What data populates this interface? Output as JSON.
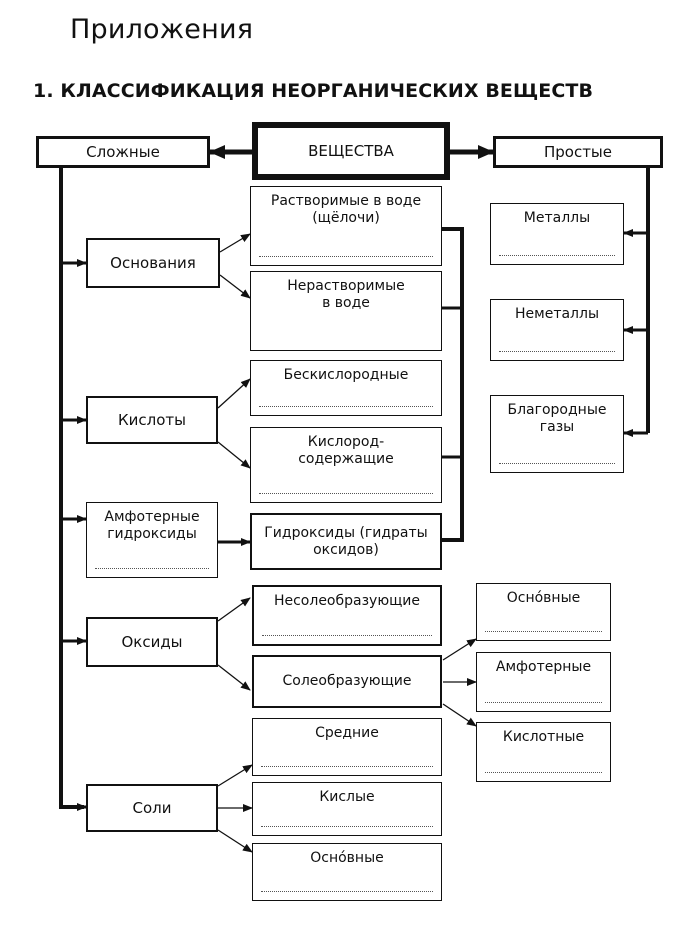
{
  "page": {
    "title": "Приложения",
    "section_title": "1. КЛАССИФИКАЦИЯ НЕОРГАНИЧЕСКИХ ВЕЩЕСТВ"
  },
  "diagram": {
    "root": "ВЕЩЕСТВА",
    "complex": "Сложные",
    "simple": "Простые",
    "simple_children": [
      "Металлы",
      "Неметаллы",
      "Благородные газы"
    ],
    "bases": {
      "label": "Основания",
      "children": [
        "Растворимые в воде (щёлочи)",
        "Нерастворимые в воде"
      ]
    },
    "acids": {
      "label": "Кислоты",
      "children": [
        "Бескислородные",
        "Кислород-содержащие"
      ]
    },
    "amphoteric_hydroxides": {
      "label": "Амфотерные гидроксиды",
      "target": "Гидроксиды (гидраты оксидов)"
    },
    "oxides": {
      "label": "Оксиды",
      "children": [
        "Несолеобразующие",
        "Солеобразующие"
      ],
      "salt_forming_children": [
        "Оснóвные",
        "Амфотерные",
        "Кислотные"
      ]
    },
    "salts": {
      "label": "Соли",
      "children": [
        "Средние",
        "Кислые",
        "Оснóвные"
      ]
    }
  }
}
